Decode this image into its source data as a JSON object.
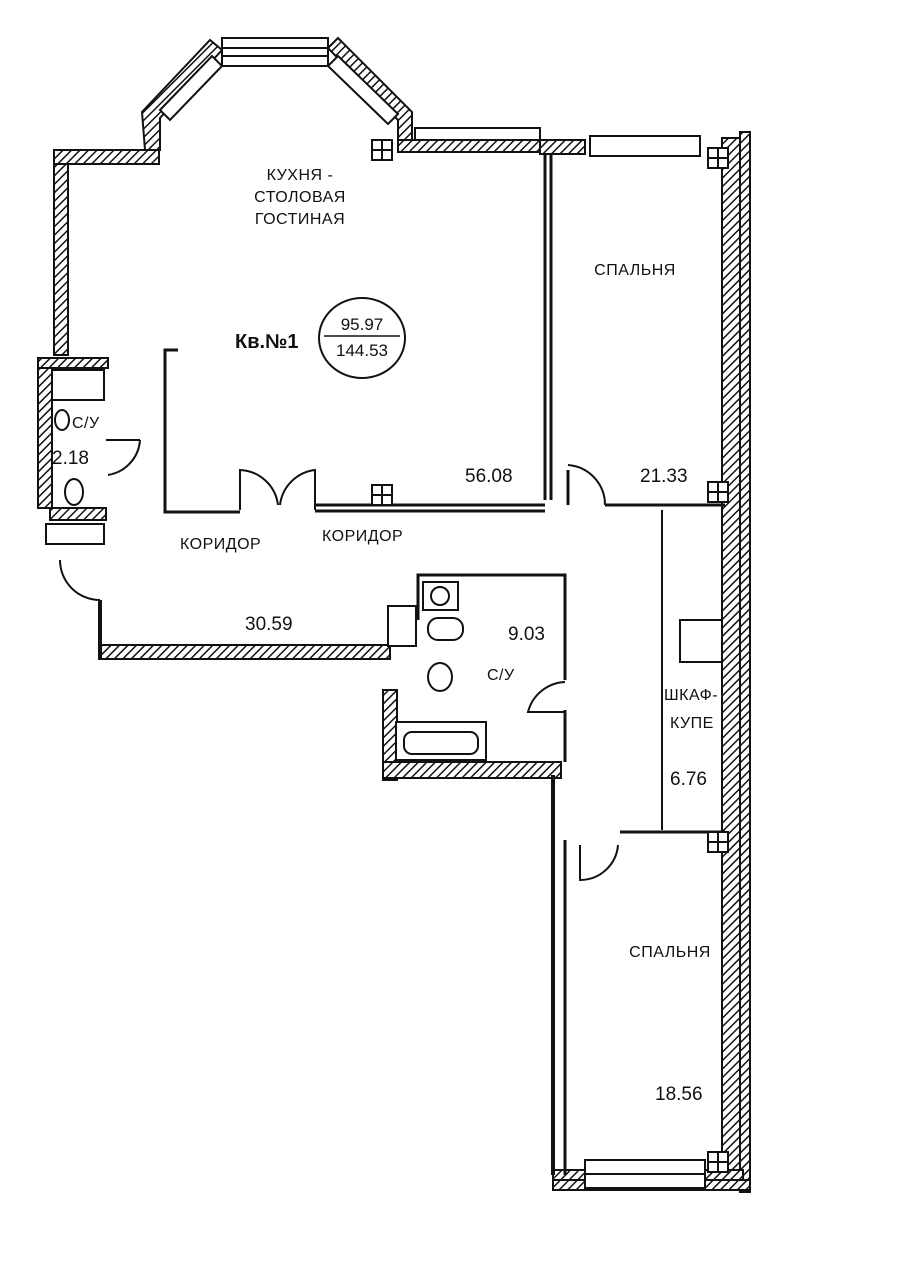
{
  "apartment": {
    "label": "Кв.№1",
    "area_living": "95.97",
    "area_total": "144.53"
  },
  "rooms": {
    "kitchen": {
      "line1": "КУХНЯ -",
      "line2": "СТОЛОВАЯ",
      "line3": "ГОСТИНАЯ",
      "area": "56.08"
    },
    "bedroom1": {
      "name": "СПАЛЬНЯ",
      "area": "21.33"
    },
    "bedroom2": {
      "name": "СПАЛЬНЯ",
      "area": "18.56"
    },
    "corridor": {
      "name1": "КОРИДОР",
      "name2": "КОРИДОР",
      "area": "30.59"
    },
    "wc_small": {
      "name": "С/У",
      "area": "2.18"
    },
    "bathroom": {
      "name": "С/У",
      "area": "9.03"
    },
    "wardrobe": {
      "line1": "ШКАФ-",
      "line2": "КУПЕ",
      "area": "6.76"
    }
  },
  "colors": {
    "wall": "#111111",
    "paper": "#ffffff"
  }
}
